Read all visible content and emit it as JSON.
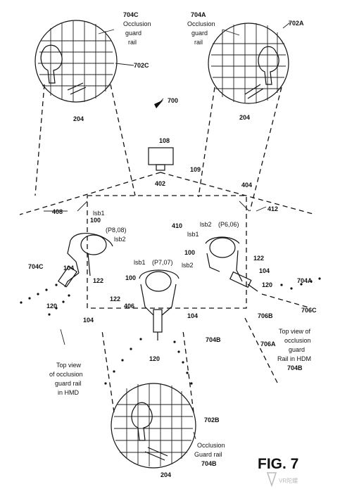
{
  "figure": {
    "title": "FIG. 7",
    "ref_700": "700",
    "watermark": "VR陀螺"
  },
  "labels": {
    "l108": "108",
    "l109": "109",
    "l402": "402",
    "l404": "404",
    "l406": "406",
    "l408": "408",
    "l410": "410",
    "l412": "412",
    "l702A": "702A",
    "l702B": "702B",
    "l702C": "702C",
    "l704A": "704A",
    "l704A_top": "704A",
    "l704B": "704B",
    "l704C": "704C",
    "l704C_top": "704C",
    "l706A": "706A",
    "l706B": "706B",
    "l706C": "706C",
    "l204_a": "204",
    "l204_b": "204",
    "l204_c": "204"
  },
  "rail_callouts": {
    "top_left": [
      "Occlusion",
      "guard",
      "rail"
    ],
    "top_right": [
      "Occlusion",
      "guard",
      "rail"
    ],
    "bottom": [
      "Occlusion",
      "Guard rail",
      "704B"
    ]
  },
  "hmd_captions": {
    "left": [
      "Top view",
      "of occlusion",
      "guard rail",
      "in HMD"
    ],
    "right": [
      "Top view of",
      "occlusion",
      "guard",
      "Rail in HDM",
      "704B"
    ]
  },
  "players": {
    "left": {
      "ref": "100",
      "arm": "122",
      "controller": "104",
      "gun": "120",
      "pos": "(P8,08)",
      "lsb1": "lsb1",
      "lsb2": "lsb2"
    },
    "center": {
      "ref": "100",
      "arm": "122",
      "controller": "104",
      "gun": "120",
      "pos": "(P7,07)",
      "lsb1": "lsb1",
      "lsb2": "lsb2"
    },
    "right": {
      "ref": "100",
      "arm": "122",
      "controller": "104",
      "gun": "120",
      "pos": "(P6,06)",
      "lsb1": "lsb1",
      "lsb2": "lsb2"
    }
  }
}
